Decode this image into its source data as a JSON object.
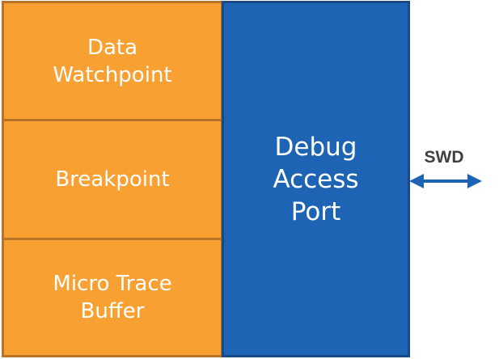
{
  "blocks": {
    "data_watchpoint": "Data\nWatchpoint",
    "breakpoint": "Breakpoint",
    "micro_trace_buffer": "Micro Trace\nBuffer",
    "debug_access_port": "Debug\nAccess\nPort"
  },
  "interface": {
    "label": "SWD",
    "arrow_icon": "double-headed-arrow-icon"
  },
  "colors": {
    "orange": "#f8a031",
    "blue": "#1e64b4",
    "arrow": "#1e64b4"
  }
}
